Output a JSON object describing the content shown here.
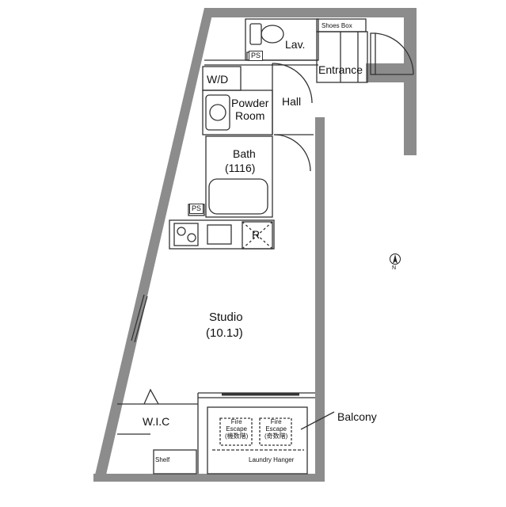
{
  "rooms": {
    "lav": "Lav.",
    "shoes_box": "Shoes Box",
    "entrance": "Entrance",
    "wd": "W/D",
    "powder_room": "Powder\nRoom",
    "hall": "Hall",
    "bath": "Bath",
    "bath_size": "(1116)",
    "refrigerator": "R",
    "studio": "Studio",
    "studio_size": "(10.1J)",
    "wic": "W.I.C",
    "shelf": "Shelf",
    "balcony": "Balcony",
    "laundry_hanger": "Laundry Hanger"
  },
  "ps_labels": [
    "PS",
    "PS"
  ],
  "fire_escapes": [
    {
      "line1": "Fire",
      "line2": "Escape",
      "line3": "(機数階)"
    },
    {
      "line1": "Fire",
      "line2": "Escape",
      "line3": "(奇数階)"
    }
  ],
  "compass": {
    "label": "N"
  },
  "colors": {
    "wall": "#8c8c8c",
    "wall_dark": "#6e6e6e",
    "line": "#333333"
  }
}
